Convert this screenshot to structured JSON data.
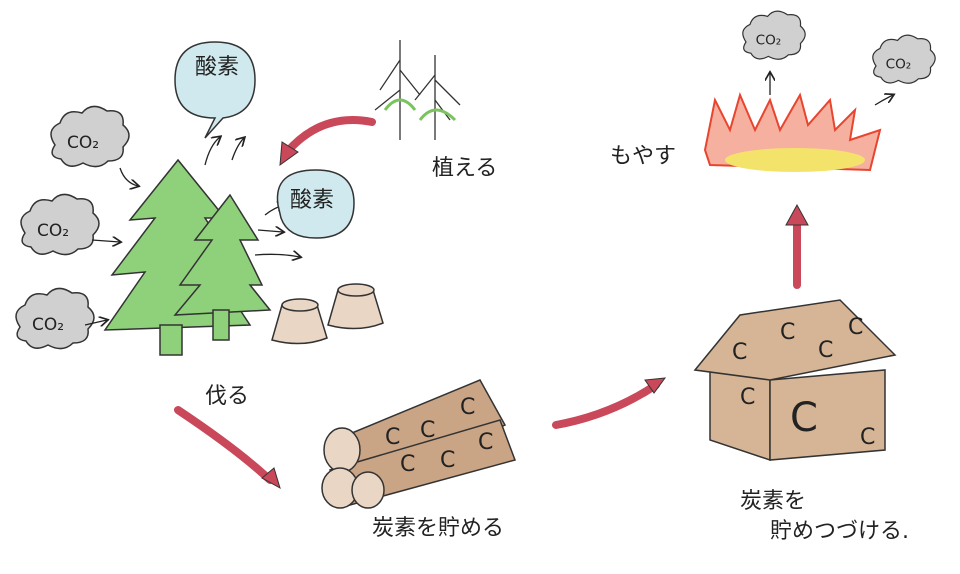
{
  "labels": {
    "oxygen": "酸素",
    "co2": "CO2",
    "plant": "植える",
    "burn": "もやす",
    "cut": "伐る",
    "store_carbon": "炭素を貯める",
    "keep_storing_line1": "炭素を",
    "keep_storing_line2": "貯めつづける.",
    "carbon": "C"
  },
  "colors": {
    "tree": "#8fd17a",
    "cloud": "#d0d0d0",
    "bubble": "#cfe9ee",
    "arrow": "#c9485a",
    "wood": "#c9a485",
    "fire": "#e8452f",
    "flame_core": "#f4e36a"
  }
}
